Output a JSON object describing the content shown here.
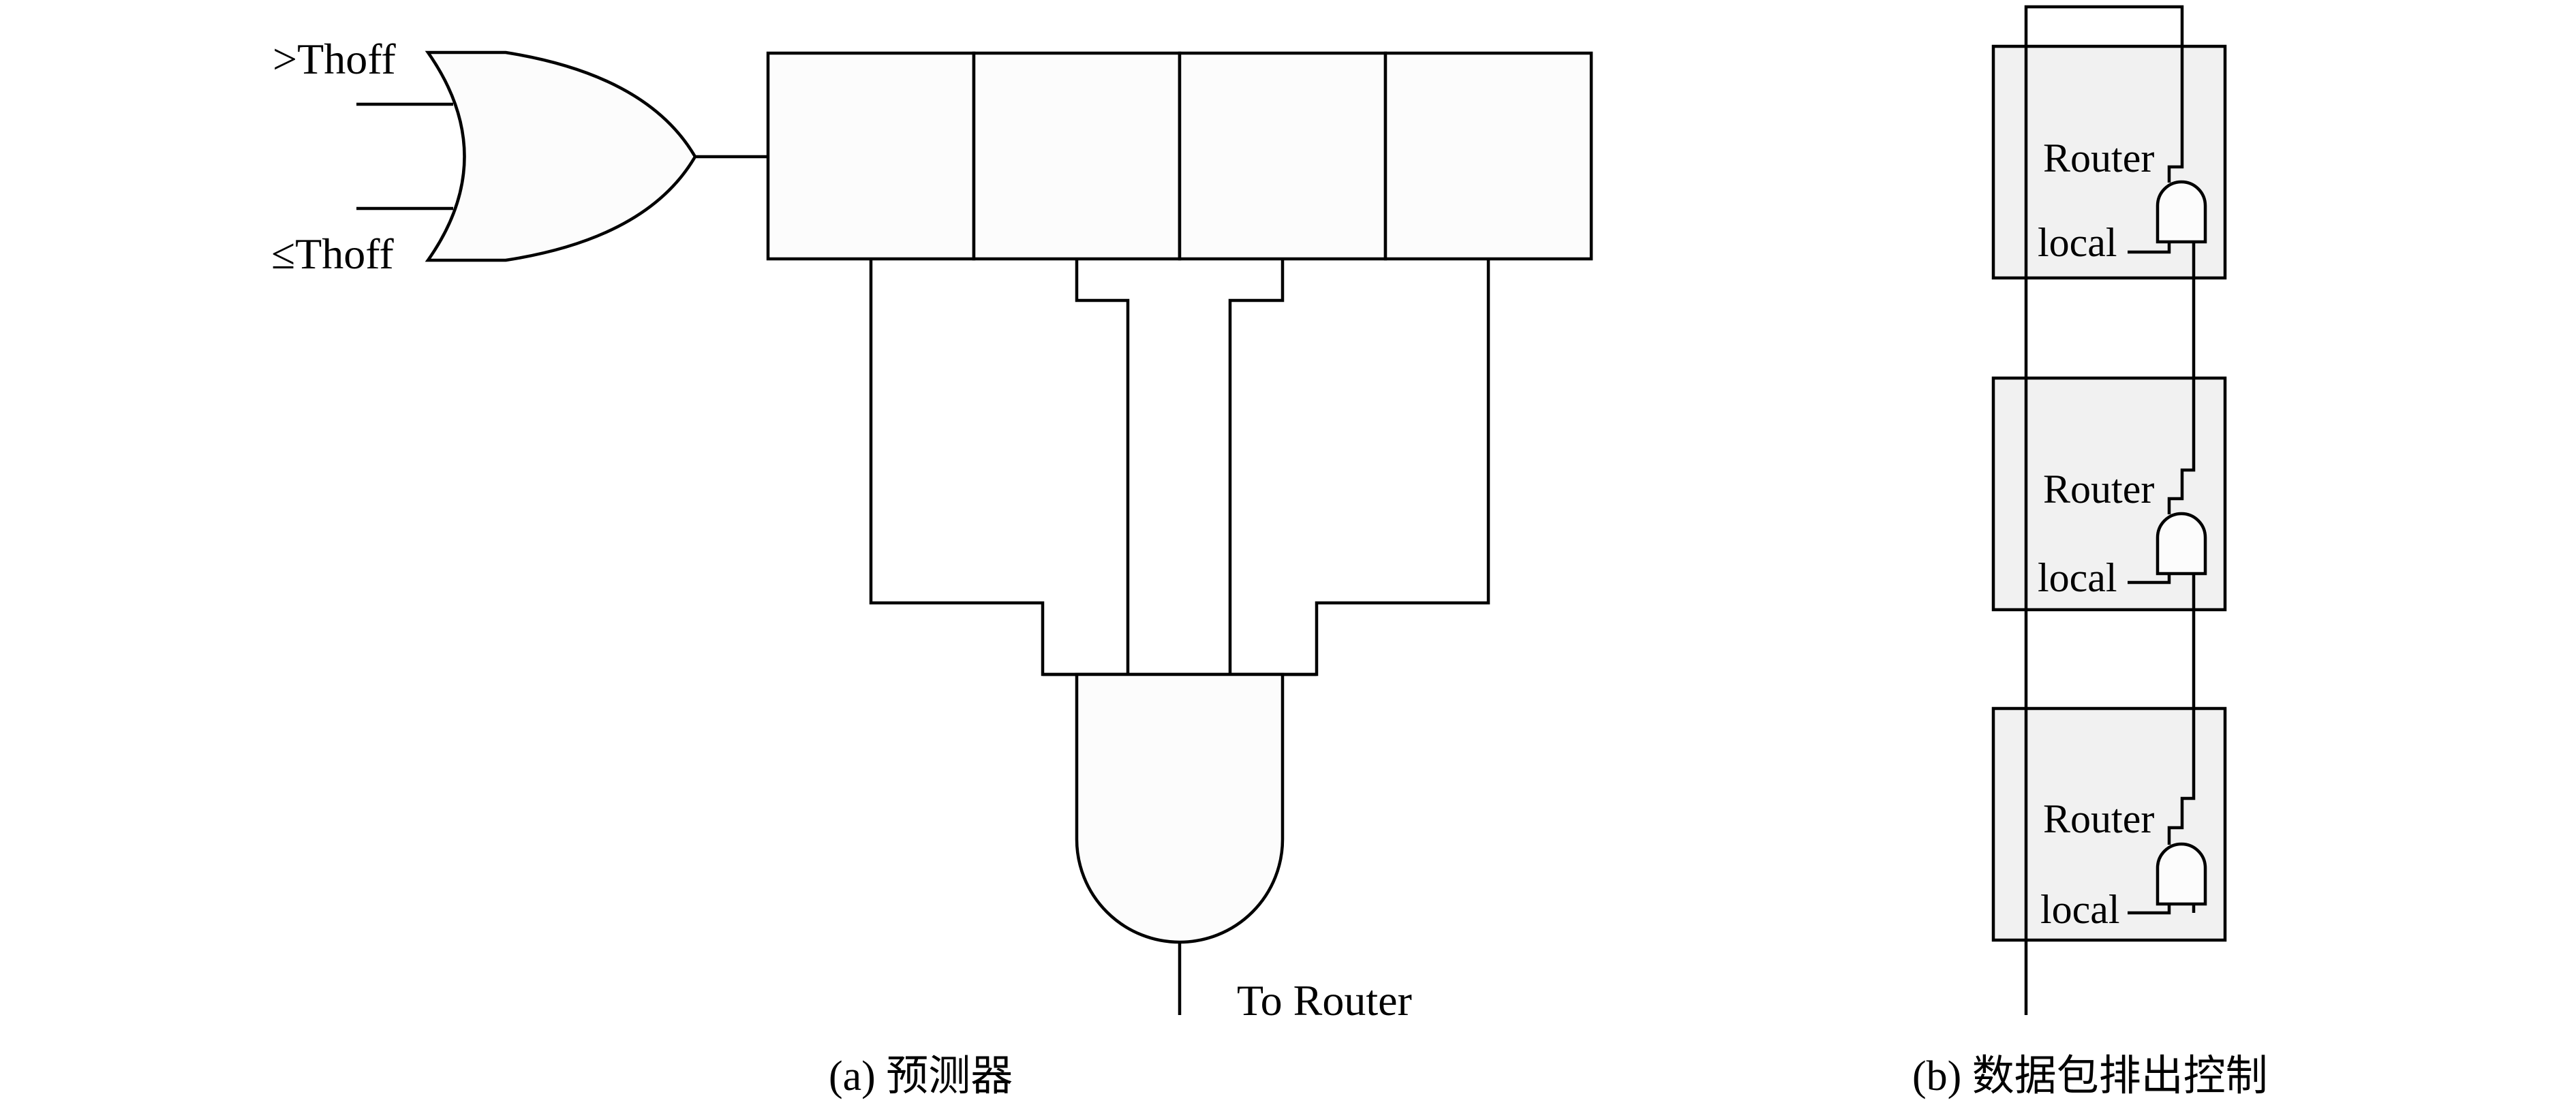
{
  "colors": {
    "line": "#000000",
    "gate_fill": "#fcfcfc",
    "router_fill": "#f1f1f1",
    "background": "#ffffff"
  },
  "predictor": {
    "input_gt_label": ">Thoff",
    "input_le_label": "≤Thoff",
    "output_label": "To Router",
    "caption": "(a) 预测器"
  },
  "drain_control": {
    "routers": [
      {
        "label": "Router",
        "local_label": "local"
      },
      {
        "label": "Router",
        "local_label": "local"
      },
      {
        "label": "Router",
        "local_label": "local"
      }
    ],
    "caption": "(b) 数据包排出控制"
  }
}
